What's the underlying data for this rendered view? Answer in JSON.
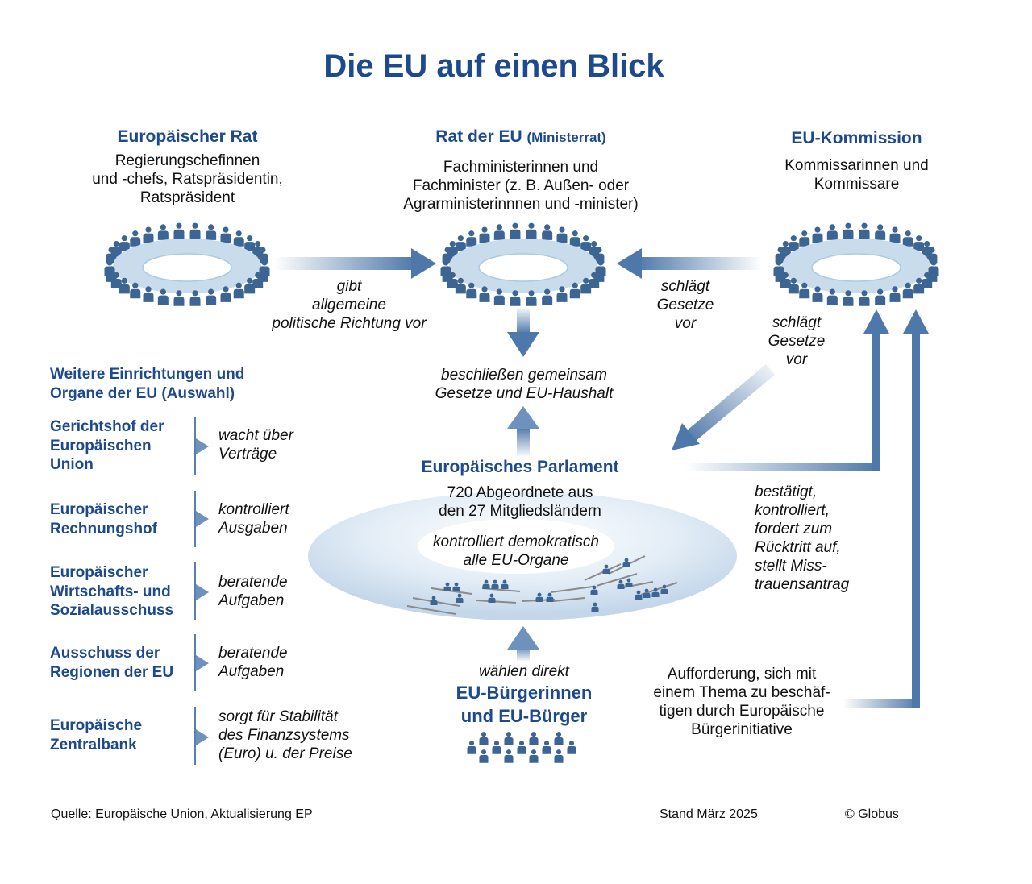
{
  "title": "Die EU auf einen Blick",
  "colors": {
    "brand_blue": "#1d4a8c",
    "arrow_blue": "#4f78aa",
    "figure_blue": "#3d6593",
    "ring_fill": "#c9dcec"
  },
  "organs": {
    "european_council": {
      "title": "Europäischer Rat",
      "lines": [
        "Regierungschefinnen",
        "und -chefs, Ratspräsidentin,",
        "Ratspräsident"
      ]
    },
    "council_eu": {
      "title": "Rat der EU",
      "subtitle": "(Ministerrat)",
      "lines": [
        "Fachministerinnen und",
        "Fachminister (z. B. Außen- oder",
        "Agrarministerinnnen und -minister)"
      ]
    },
    "commission": {
      "title": "EU-Kommission",
      "lines": [
        "Kommissarinnen und",
        "Kommissare"
      ]
    },
    "parliament": {
      "title": "Europäisches Parlament",
      "lines": [
        "720 Abgeordnete aus",
        "den 27 Mitgliedsländern"
      ],
      "role": [
        "kontrolliert demokratisch",
        "alle EU-Organe"
      ]
    },
    "citizens": {
      "title_lines": [
        "EU-Bürgerinnen",
        "und EU-Bürger"
      ]
    }
  },
  "relations": {
    "council_to_council_eu": [
      "gibt",
      "allgemeine",
      "politische Richtung vor"
    ],
    "commission_to_council_eu": [
      "schlägt",
      "Gesetze",
      "vor"
    ],
    "commission_to_parliament": [
      "schlägt",
      "Gesetze",
      "vor"
    ],
    "joint_decision": [
      "beschließen gemeinsam",
      "Gesetze und EU-Haushalt"
    ],
    "parliament_to_commission": [
      "bestätigt,",
      "kontrolliert,",
      "fordert zum",
      "Rücktritt auf,",
      "stellt Miss-",
      "trauensantrag"
    ],
    "citizens_to_parliament": "wählen direkt",
    "citizens_initiative": [
      "Aufforderung, sich mit",
      "einem Thema zu beschäf-",
      "tigen durch Europäische",
      "Bürgerinitiative"
    ]
  },
  "other_institutions": {
    "heading": [
      "Weitere Einrichtungen und",
      "Organe der EU (Auswahl)"
    ],
    "items": [
      {
        "name": [
          "Gerichtshof der",
          "Europäischen",
          "Union"
        ],
        "role": [
          "wacht über",
          "Verträge"
        ]
      },
      {
        "name": [
          "Europäischer",
          "Rechnungshof"
        ],
        "role": [
          "kontrolliert",
          "Ausgaben"
        ]
      },
      {
        "name": [
          "Europäischer",
          "Wirtschafts- und",
          "Sozialausschuss"
        ],
        "role": [
          "beratende",
          "Aufgaben"
        ]
      },
      {
        "name": [
          "Ausschuss der",
          "Regionen der EU"
        ],
        "role": [
          "beratende",
          "Aufgaben"
        ]
      },
      {
        "name": [
          "Europäische",
          "Zentralbank"
        ],
        "role": [
          "sorgt für Stabilität",
          "des Finanzsystems",
          "(Euro) u. der Preise"
        ]
      }
    ]
  },
  "footer": {
    "source": "Quelle: Europäische Union, Aktualisierung EP",
    "date": "Stand März 2025",
    "copyright": "© Globus"
  },
  "icons": {
    "ring_tables": "round-table-with-people-icon",
    "parliament": "parliament-hemicycle-icon",
    "citizens": "crowd-of-people-icon",
    "arrows": "arrow-icon"
  }
}
